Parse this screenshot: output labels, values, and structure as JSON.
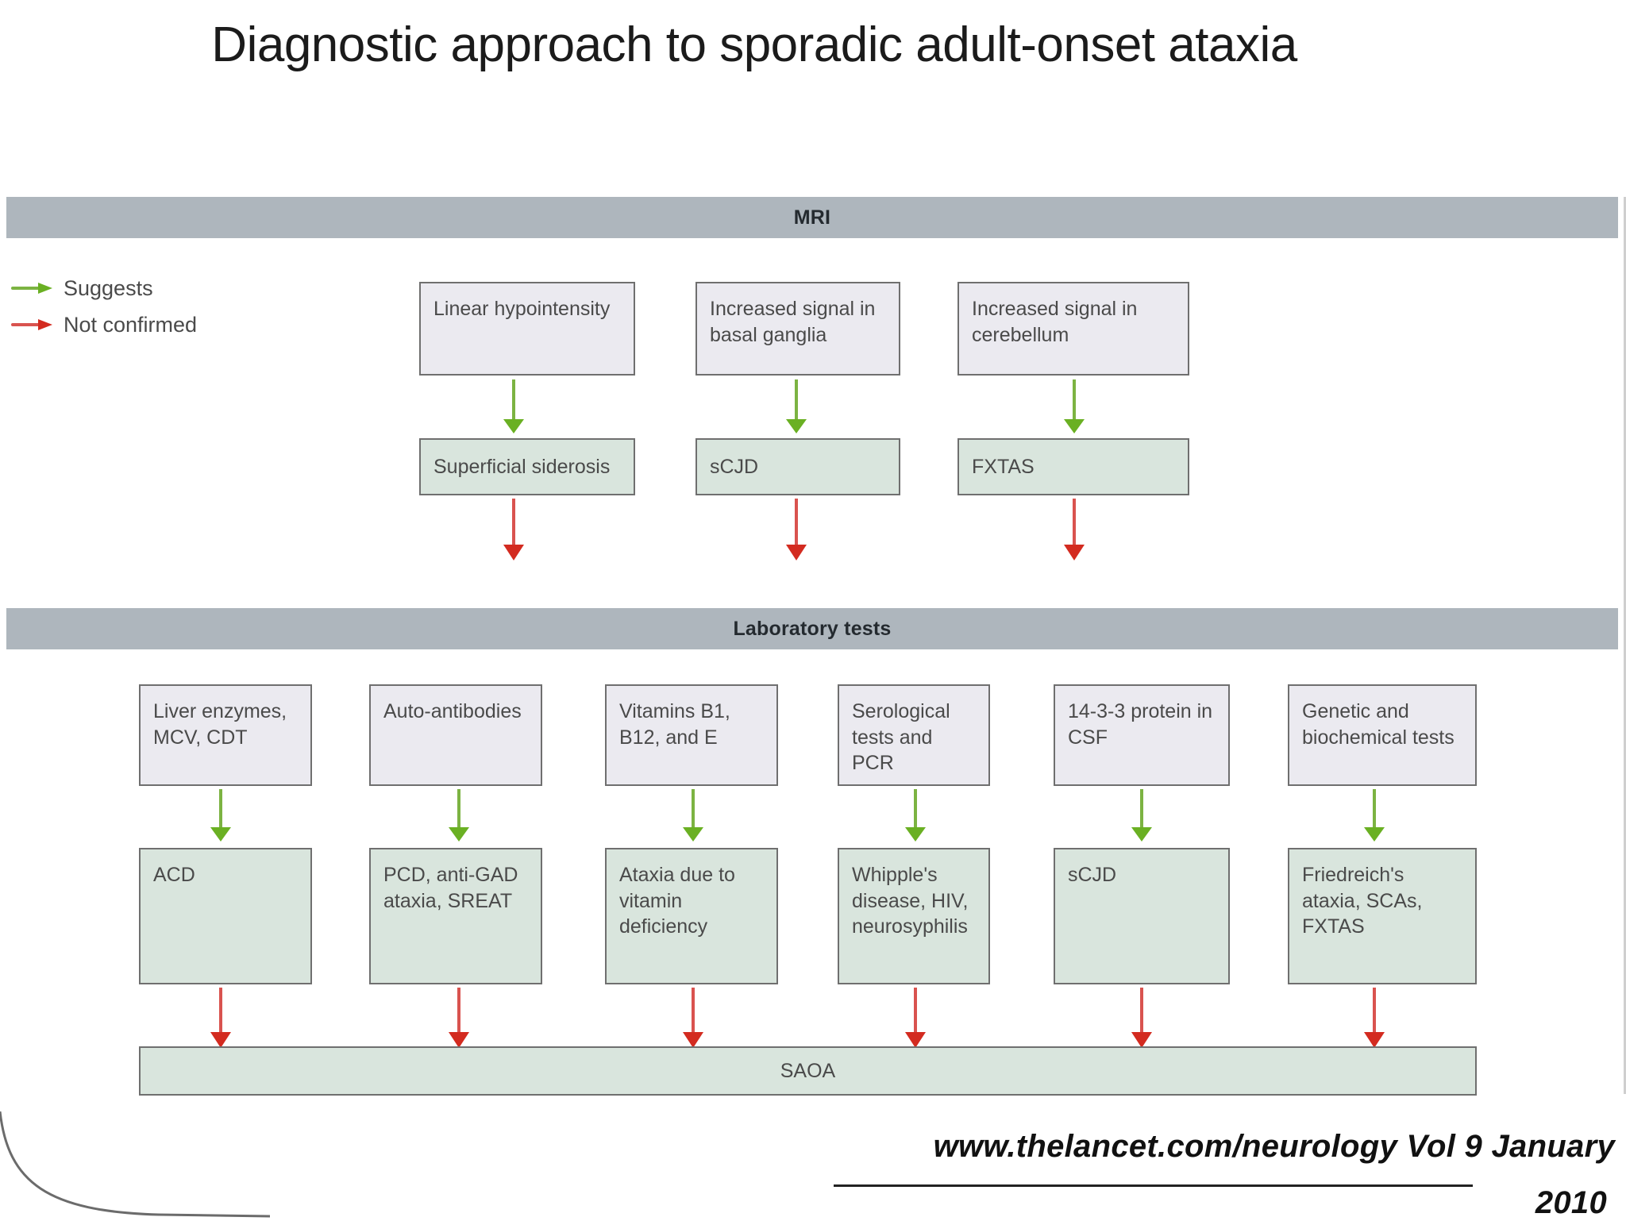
{
  "title": "Diagnostic approach to sporadic adult-onset ataxia",
  "legend": {
    "items": [
      {
        "label": "Suggests",
        "color": "#6ab023",
        "icon": "arrow-right-green-icon"
      },
      {
        "label": "Not confirmed",
        "color": "#d32b20",
        "icon": "arrow-right-red-icon"
      }
    ]
  },
  "sections": [
    {
      "header": "MRI",
      "tests": [
        {
          "label": "Linear hypointensity"
        },
        {
          "label": "Increased signal in basal ganglia"
        },
        {
          "label": "Increased signal in cerebellum"
        }
      ],
      "results": [
        {
          "label": "Superficial siderosis"
        },
        {
          "label": "sCJD"
        },
        {
          "label": "FXTAS"
        }
      ]
    },
    {
      "header": "Laboratory tests",
      "tests": [
        {
          "label": "Liver enzymes, MCV, CDT"
        },
        {
          "label": "Auto-antibodies"
        },
        {
          "label": "Vitamins B1, B12, and E"
        },
        {
          "label": "Serological tests and PCR"
        },
        {
          "label": "14-3-3 protein in CSF"
        },
        {
          "label": "Genetic and biochemical tests"
        }
      ],
      "results": [
        {
          "label": "ACD"
        },
        {
          "label": "PCD, anti-GAD ataxia, SREAT"
        },
        {
          "label": "Ataxia due to vitamin deficiency"
        },
        {
          "label": "Whipple's disease, HIV, neurosyphilis"
        },
        {
          "label": "sCJD"
        },
        {
          "label": "Friedreich's ataxia, SCAs, FXTAS"
        }
      ]
    }
  ],
  "final_outcome": {
    "label": "SAOA"
  },
  "colors": {
    "suggests_arrow": "#6ab023",
    "not_confirmed_arrow": "#d32b20",
    "section_header_bg": "#aeb6bd",
    "test_box_bg": "#ebeaf0",
    "result_box_bg": "#d9e5dd",
    "box_border": "#6f6f6f"
  },
  "footer": {
    "citation": "www.thelancet.com/neurology   Vol 9   January",
    "year": "2010"
  }
}
